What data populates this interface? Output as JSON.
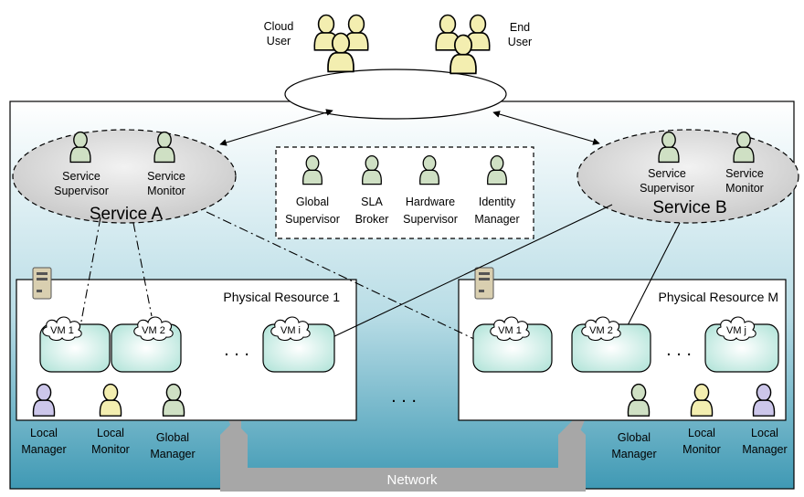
{
  "users": {
    "cloud_user": [
      "Cloud",
      "User"
    ],
    "end_user": [
      "End",
      "User"
    ]
  },
  "services": [
    {
      "title": "Service A",
      "roles": [
        [
          "Service",
          "Supervisor"
        ],
        [
          "Service",
          "Monitor"
        ]
      ]
    },
    {
      "title": "Service B",
      "roles": [
        [
          "Service",
          "Supervisor"
        ],
        [
          "Service",
          "Monitor"
        ]
      ]
    }
  ],
  "global_components": [
    [
      "Global",
      "Supervisor"
    ],
    [
      "SLA",
      "Broker"
    ],
    [
      "Hardware",
      "Supervisor"
    ],
    [
      "Identity",
      "Manager"
    ]
  ],
  "resources": [
    {
      "title": "Physical Resource 1",
      "vms": [
        "VM 1",
        "VM 2",
        "VM i"
      ],
      "managers": [
        [
          "Local",
          "Manager"
        ],
        [
          "Local",
          "Monitor"
        ],
        [
          "Global",
          "Manager"
        ]
      ]
    },
    {
      "title": "Physical Resource M",
      "vms": [
        "VM 1",
        "VM 2",
        "VM j"
      ],
      "managers": [
        [
          "Global",
          "Manager"
        ],
        [
          "Local",
          "Monitor"
        ],
        [
          "Local",
          "Manager"
        ]
      ]
    }
  ],
  "ellipsis": ". . .",
  "network_label": "Network",
  "colors": {
    "gradient_top": "#ffffff",
    "gradient_bottom": "#3f99b4",
    "user_yellow": "#f3eeb0",
    "agent_green": "#cfe0c4",
    "agent_purple": "#ccc6ea",
    "vm_teal": "#c9ece3",
    "network_gray": "#a7a7a7"
  }
}
